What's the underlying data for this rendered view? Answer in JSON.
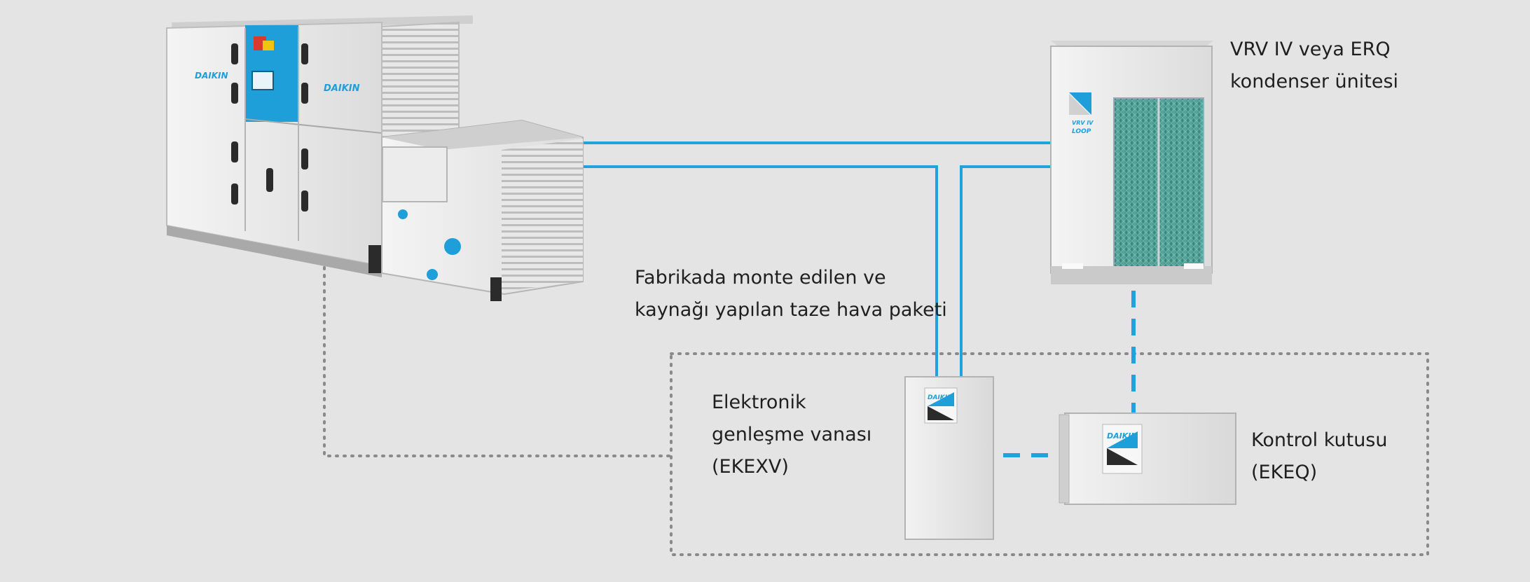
{
  "colors": {
    "background": "#e4e4e4",
    "refrigerant_pipe": "#1fa3dc",
    "control_wire": "#8a8a8a",
    "daikin_blue": "#1f9fd9"
  },
  "brand": {
    "name": "DAIKIN",
    "outdoor_unit_badge": "VRV IV",
    "outdoor_unit_badge_sub": "LOOP"
  },
  "labels": {
    "condenser": {
      "line1": "VRV IV veya ERQ",
      "line2": "kondenser ünitesi"
    },
    "fresh_air": {
      "line1": "Fabrikada monte edilen ve",
      "line2": "kaynağı yapılan taze hava paketi"
    },
    "expansion_valve": {
      "line1": "Elektronik",
      "line2": "genleşme vanası",
      "line3": "(EKEXV)"
    },
    "control_box": {
      "line1": "Kontrol kutusu",
      "line2": "(EKEQ)"
    }
  }
}
